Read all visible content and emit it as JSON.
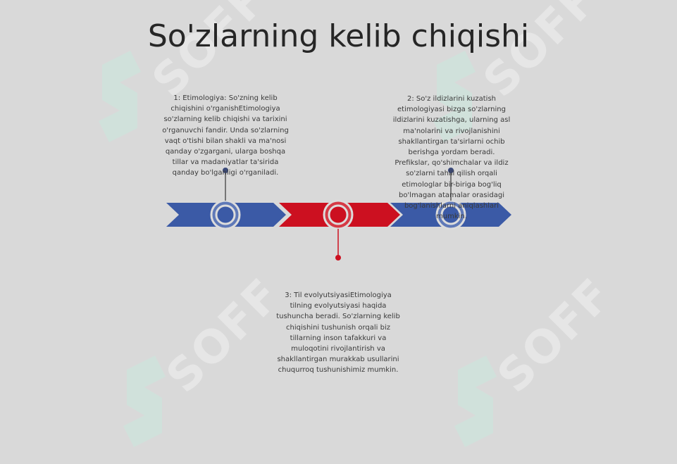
{
  "slide": {
    "title": "So'zlarning kelib chiqishi"
  },
  "watermark": {
    "text": "SOFF",
    "logo_icon": "soff-logo-icon"
  },
  "timeline": {
    "colors": {
      "blue": "#3b5aa6",
      "red": "#cc1020",
      "dot_blue": "#3b5aa6",
      "dot_red": "#cc1020"
    },
    "items": [
      {
        "id": 1,
        "color": "blue",
        "text": "1: Etimologiya: So'zning kelib chiqishini o'rganishEtimologiya so'zlarning kelib chiqishi va tarixini o'rganuvchi fandir. Unda so'zlarning vaqt o'tishi bilan shakli va ma'nosi qanday o'zgargani, ularga boshqa tillar va madaniyatlar ta'sirida qanday bo'lganligi o'rganiladi."
      },
      {
        "id": 2,
        "color": "blue",
        "text": "2: So'z ildizlarini kuzatish etimologiyasi bizga so'zlarning ildizlarini kuzatishga, ularning asl ma'nolarini va rivojlanishini shakllantirgan ta'sirlarni ochib berishga yordam beradi. Prefikslar, qo'shimchalar va ildiz so'zlarni tahlil qilish orqali etimologlar bir-biriga bog'liq bo'lmagan atamalar orasidagi bog'lanishlarni aniqlashlari mumkin."
      },
      {
        "id": 3,
        "color": "red",
        "text": "3: Til evolyutsiyasiEtimologiya tilning evolyutsiyasi haqida tushuncha beradi. So'zlarning kelib chiqishini tushunish orqali biz tillarning inson tafakkuri va muloqotini rivojlantirish va shakllantirgan murakkab usullarini chuqurroq tushunishimiz mumkin."
      }
    ]
  }
}
